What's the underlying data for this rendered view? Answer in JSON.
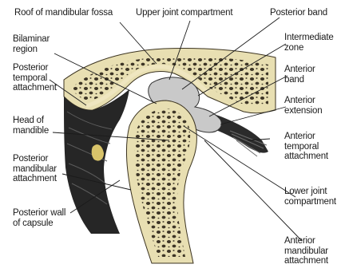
{
  "labels": {
    "roof_of_mandibular_fossa": "Roof of mandibular fossa",
    "upper_joint_compartment": "Upper joint compartment",
    "posterior_band": "Posterior band",
    "bilaminar_region": "Bilaminar\nregion",
    "intermediate_zone": "Intermediate\nzone",
    "posterior_temporal_attachment": "Posterior\ntemporal\nattachment",
    "anterior_band": "Anterior\nband",
    "anterior_extension": "Anterior\nextension",
    "head_of_mandible": "Head of\nmandible",
    "anterior_temporal_attachment": "Anterior\ntemporal\nattachment",
    "posterior_mandibular_attachment": "Posterior\nmandibular\nattachment",
    "lower_joint_compartment": "Lower joint\ncompartment",
    "posterior_wall_of_capsule": "Posterior wall\nof capsule",
    "anterior_mandibular_attachment": "Anterior\nmandibular\nattachment"
  },
  "colors": {
    "bone": "#e8dfb2",
    "bone_pores": "#3d3526",
    "soft_tissue": "#2b2b2b",
    "disc": "#c9c9c9",
    "background": "#ffffff"
  }
}
